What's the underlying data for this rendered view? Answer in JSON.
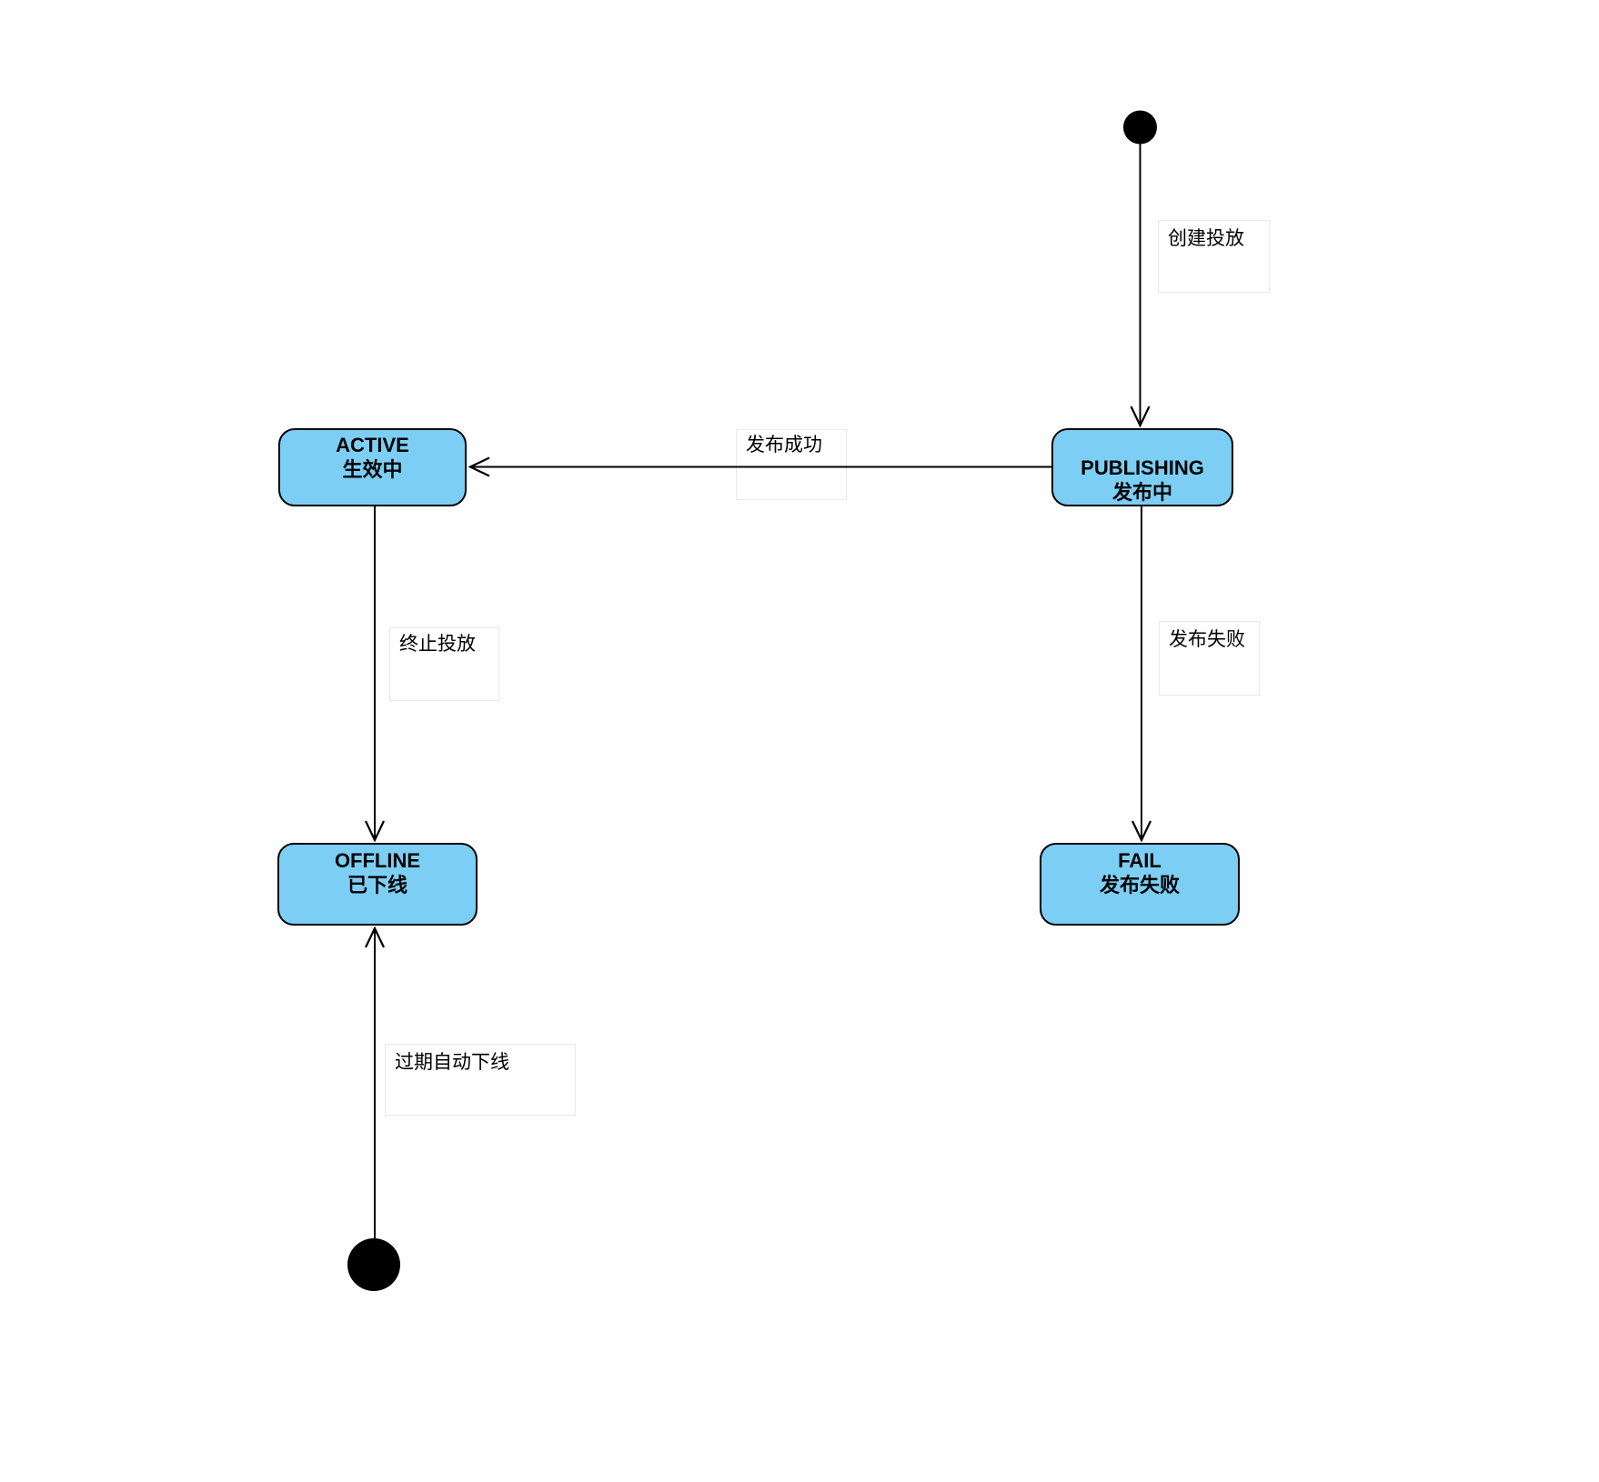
{
  "colors": {
    "canvas_bg": "#ffffff",
    "state_fill": "#7dcef4",
    "state_border": "#000000",
    "line_color": "#000000",
    "edge_label_bg": "#ffffff",
    "edge_label_border": "#e8e8e8",
    "text_color": "#000000"
  },
  "diagram": {
    "type": "state-machine",
    "states": {
      "publishing": {
        "name": "PUBLISHING",
        "subtitle": "发布中"
      },
      "active": {
        "name": "ACTIVE",
        "subtitle": "生效中"
      },
      "offline": {
        "name": "OFFLINE",
        "subtitle": "已下线"
      },
      "fail": {
        "name": "FAIL",
        "subtitle": "发布失败"
      }
    },
    "transitions": {
      "create": {
        "label": "创建投放",
        "from": "initial-dot",
        "to": "PUBLISHING"
      },
      "publish_success": {
        "label": "发布成功",
        "from": "PUBLISHING",
        "to": "ACTIVE"
      },
      "publish_fail": {
        "label": "发布失败",
        "from": "PUBLISHING",
        "to": "FAIL"
      },
      "terminate": {
        "label": "终止投放",
        "from": "ACTIVE",
        "to": "OFFLINE"
      },
      "auto_offline": {
        "label": "过期自动下线",
        "from": "bottom-dot",
        "to": "OFFLINE"
      }
    }
  }
}
